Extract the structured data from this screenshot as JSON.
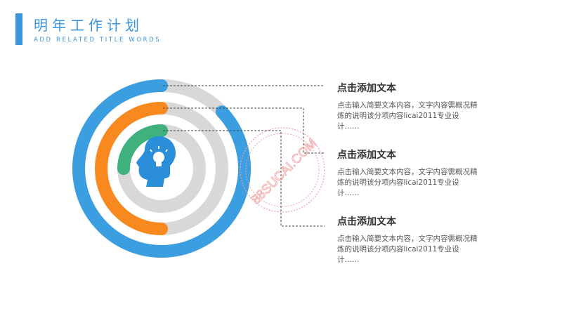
{
  "header": {
    "title": "明年工作计划",
    "subtitle": "ADD RELATED TITLE WORDS"
  },
  "items": [
    {
      "title": "点击添加文本",
      "body": "点击输入简要文本内容，文字内容需概况精炼的说明该分项内容licai2011专业设计……"
    },
    {
      "title": "点击添加文本",
      "body": "点击输入简要文本内容，文字内容需概况精炼的说明该分项内容licai2011专业设计……"
    },
    {
      "title": "点击添加文本",
      "body": "点击输入简要文本内容，文字内容需概况精炼的说明该分项内容licai2011专业设计……"
    }
  ],
  "rings": [
    {
      "name": "outer",
      "color": "#3a9ee0",
      "fraction": 0.87
    },
    {
      "name": "middle",
      "color": "#f7891f",
      "fraction": 0.5
    },
    {
      "name": "inner",
      "color": "#3fb17c",
      "fraction": 0.25
    }
  ],
  "icon": {
    "name": "head-lightbulb-icon",
    "color": "#2a8fd8"
  },
  "watermark": {
    "text": "88SUCAI.COM"
  },
  "colors": {
    "accent": "#3a96dd",
    "track": "#d8d8d8"
  }
}
